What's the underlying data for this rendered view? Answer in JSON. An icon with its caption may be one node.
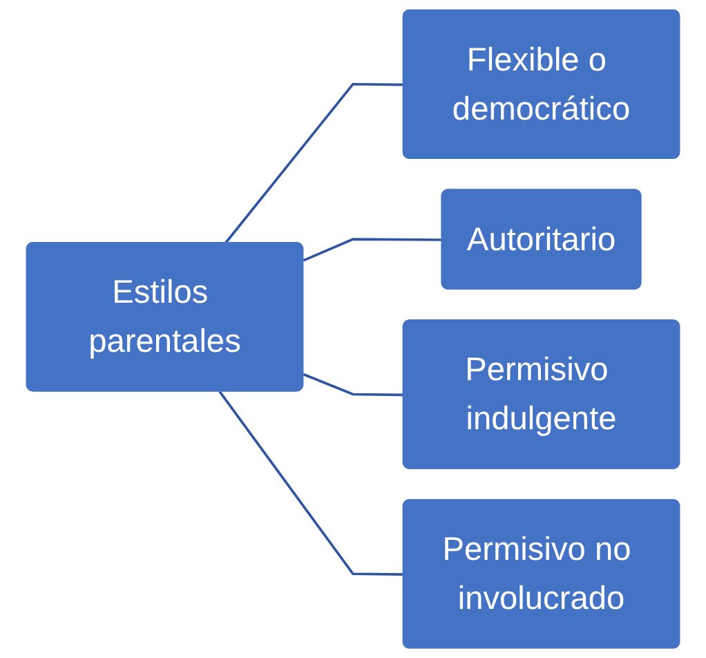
{
  "diagram": {
    "nodes": [
      {
        "text": [
          "Estilos parentales"
        ]
      },
      {
        "text": [
          "Flexible o democrático"
        ]
      },
      {
        "text": [
          "Autoritario"
        ]
      },
      {
        "text": [
          "Permisivo indulgente"
        ]
      },
      {
        "text": [
          "Permisivo no involucrado"
        ]
      }
    ],
    "edges": [
      {
        "from": 0,
        "to": 1,
        "arrow": "none"
      },
      {
        "from": 0,
        "to": 2,
        "arrow": "none"
      },
      {
        "from": 0,
        "to": 3,
        "arrow": "none"
      },
      {
        "from": 0,
        "to": 4,
        "arrow": "none"
      }
    ]
  }
}
